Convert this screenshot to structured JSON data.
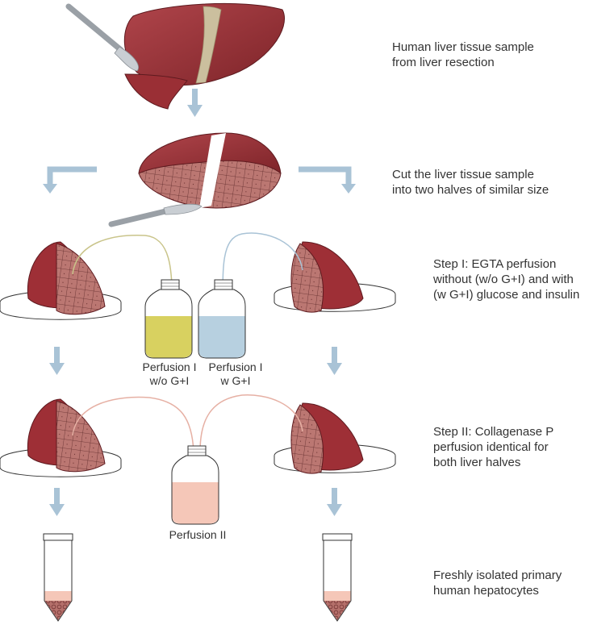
{
  "steps": {
    "step1": "Human liver tissue sample\nfrom liver resection",
    "step2": "Cut the liver tissue sample\ninto two halves of similar size",
    "step3": "Step I: EGTA perfusion\nwithout (w/o G+I) and with\n(w G+I) glucose and insulin",
    "step4": "Step II: Collagenase P\nperfusion identical for\nboth liver halves",
    "step5": "Freshly isolated primary\nhuman hepatocytes"
  },
  "bottles": {
    "perfusion1_wo": "Perfusion I\nw/o G+I",
    "perfusion1_w": "Perfusion I\nw G+I",
    "perfusion2": "Perfusion II"
  },
  "colors": {
    "liver": "#9e2f36",
    "liver_dark": "#6e1d22",
    "cut_surface": "#b8706c",
    "arrow": "#a9c3d6",
    "yellow_solution": "#d8d160",
    "blue_solution": "#b7d0e0",
    "pink_solution": "#f5c7b8",
    "ligament": "#cbbf9e"
  }
}
